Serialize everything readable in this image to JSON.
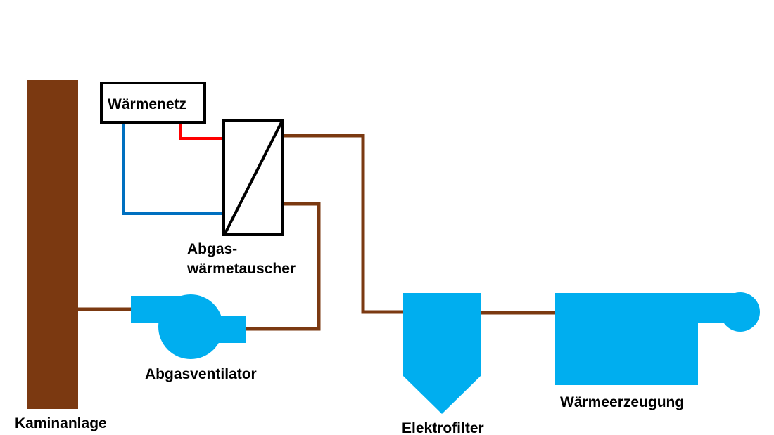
{
  "labels": {
    "chimney": "Kaminanlage",
    "heat_network": "Wärmenetz",
    "exchanger_line1": "Abgas-",
    "exchanger_line2": "wärmetauscher",
    "fan": "Abgasventilator",
    "filter": "Elektrofilter",
    "heat_generation": "Wärmeerzeugung"
  },
  "colors": {
    "flue_pipe": "#7B3911",
    "chimney": "#7B3911",
    "equipment": "#00AEEF",
    "supply_line": "#FF0000",
    "return_line": "#0070C0",
    "outline": "#000000"
  }
}
